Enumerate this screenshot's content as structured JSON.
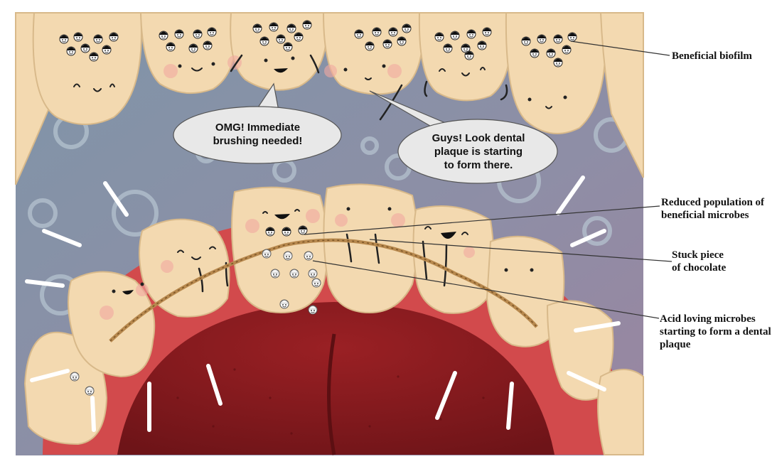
{
  "bubbles": {
    "left": "OMG! Immediate\nbrushing needed!",
    "right": "Guys! Look dental\nplaque is starting\nto form there."
  },
  "labels": {
    "biofilm": "Beneficial biofilm",
    "reduced": "Reduced population of\nbeneficial microbes",
    "chocolate": "Stuck piece\nof chocolate",
    "acid": "Acid loving microbes\nstarting to form a dental\nplaque"
  },
  "colors": {
    "tooth": "#f3d9b0",
    "gum": "#d24a4c",
    "throat": "#8c1b1f",
    "backdrop": "#8a93a8",
    "chocolate": "#b8894e"
  }
}
